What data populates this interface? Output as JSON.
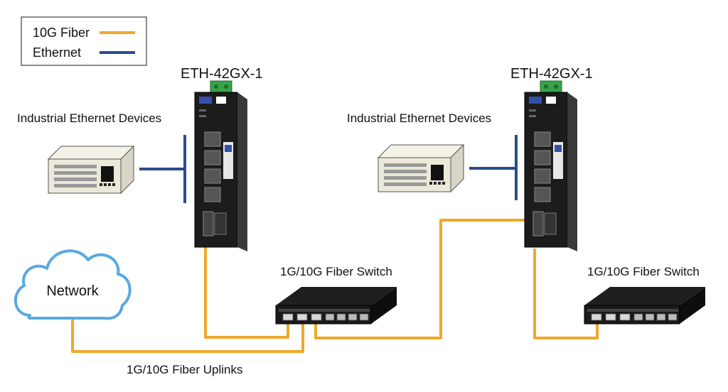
{
  "legend": {
    "fiber_label": "10G Fiber",
    "ethernet_label": "Ethernet"
  },
  "colors": {
    "fiber": "#F0A82A",
    "ethernet": "#2B4C8C",
    "cloud_stroke": "#5AA9E0"
  },
  "units": {
    "left_switch_label": "ETH-42GX-1",
    "right_switch_label": "ETH-42GX-1",
    "left_devices_label": "Industrial Ethernet Devices",
    "right_devices_label": "Industrial Ethernet Devices"
  },
  "cloud_label": "Network",
  "fiber_switch_mid_label": "1G/10G Fiber Switch",
  "fiber_switch_right_label": "1G/10G Fiber Switch",
  "uplinks_label": "1G/10G Fiber Uplinks"
}
